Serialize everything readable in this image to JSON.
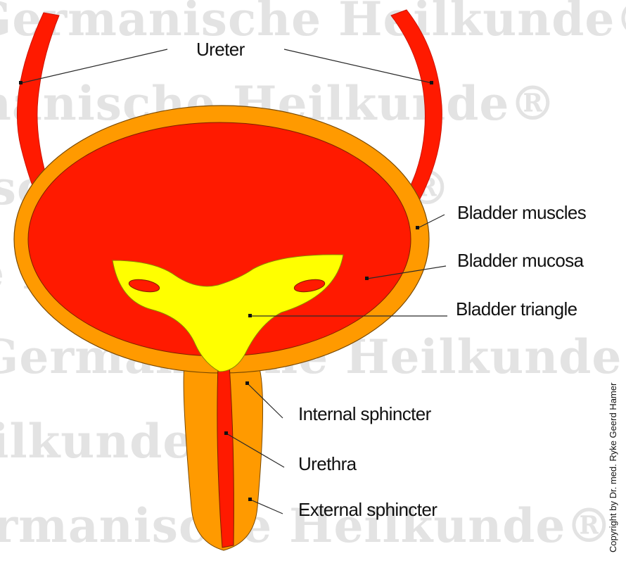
{
  "watermark": {
    "text": "Germanische Heilkunde®"
  },
  "labels": {
    "ureter": "Ureter",
    "bladder_muscles": "Bladder muscles",
    "bladder_mucosa": "Bladder mucosa",
    "bladder_triangle": "Bladder triangle",
    "internal_sphincter": "Internal sphincter",
    "urethra": "Urethra",
    "external_sphincter": "External sphincter"
  },
  "copyright": "Copyright by Dr. med. Ryke Geerd Hamer",
  "colors": {
    "muscle_orange": "#ff9a00",
    "mucosa_red": "#ff1a00",
    "triangle_yellow": "#ffff00",
    "watermark_gray": "#e3e3e3"
  }
}
